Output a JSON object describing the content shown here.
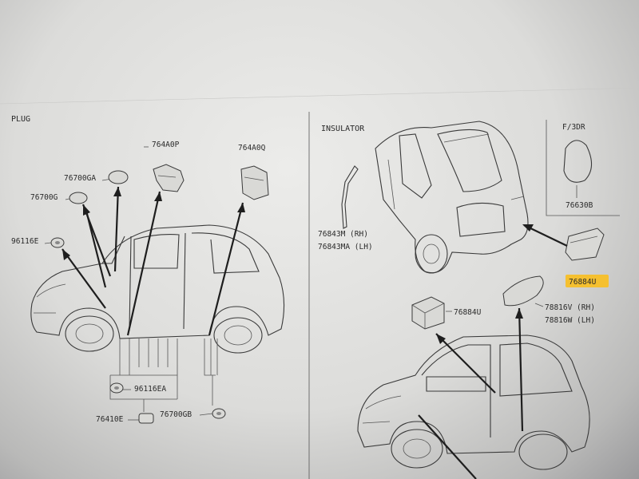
{
  "sections": {
    "plug": "PLUG",
    "insulator": "INSULATOR"
  },
  "inset": {
    "title": "F/3DR",
    "part": "76630B"
  },
  "parts": {
    "p764A0P": "764A0P",
    "p764A0Q": "764A0Q",
    "p76700GA": "76700GA",
    "p76700G": "76700G",
    "p96116E": "96116E",
    "p96116EA": "96116EA",
    "p76410E": "76410E",
    "p76700GB": "76700GB",
    "p76843M": "76843M (RH)",
    "p76843MA": "76843MA (LH)",
    "p76884U_top": "76884U",
    "p76884U": "76884U",
    "p78816V": "78816V (RH)",
    "p78816W": "78816W (LH)"
  },
  "colors": {
    "highlight": "#f5c030",
    "ink": "#2a2a2a",
    "paper": "#e6e6e4"
  }
}
